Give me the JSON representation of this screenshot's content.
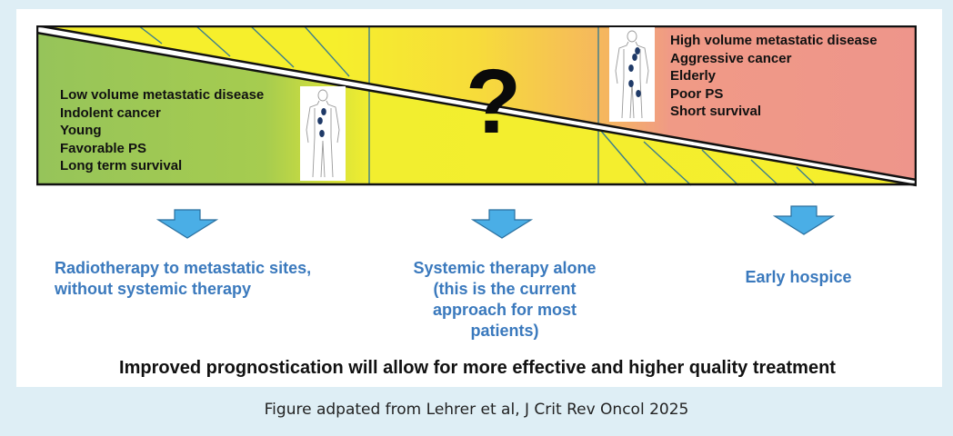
{
  "left_risk_factors": [
    "Low volume metastatic disease",
    "Indolent cancer",
    "Young",
    "Favorable PS",
    "Long term survival"
  ],
  "right_risk_factors": [
    "High volume metastatic disease",
    "Aggressive cancer",
    "Elderly",
    "Poor PS",
    "Short survival"
  ],
  "center_symbol": "?",
  "outcomes": {
    "left": [
      "Radiotherapy to metastatic sites,",
      "without systemic therapy"
    ],
    "middle": [
      "Systemic therapy alone",
      "(this is the current",
      "approach for most",
      "patients)"
    ],
    "right": [
      "Early hospice"
    ]
  },
  "conclusion": "Improved prognostication will allow for more effective and higher quality treatment",
  "caption": "Figure adpated from Lehrer et al, J Crit Rev Oncol 2025",
  "colors": {
    "green": "#9dc65a",
    "yellow": "#f3ea2e",
    "orange": "#f3a86a",
    "red": "#ef978c",
    "arrow": "#4aaee6",
    "outcome_text": "#3a79bd",
    "background": "#deeef5"
  },
  "icons": {
    "body_left": "human-body-silhouette-icon",
    "body_right": "human-body-silhouette-icon",
    "arrows": "down-arrow-icon"
  }
}
